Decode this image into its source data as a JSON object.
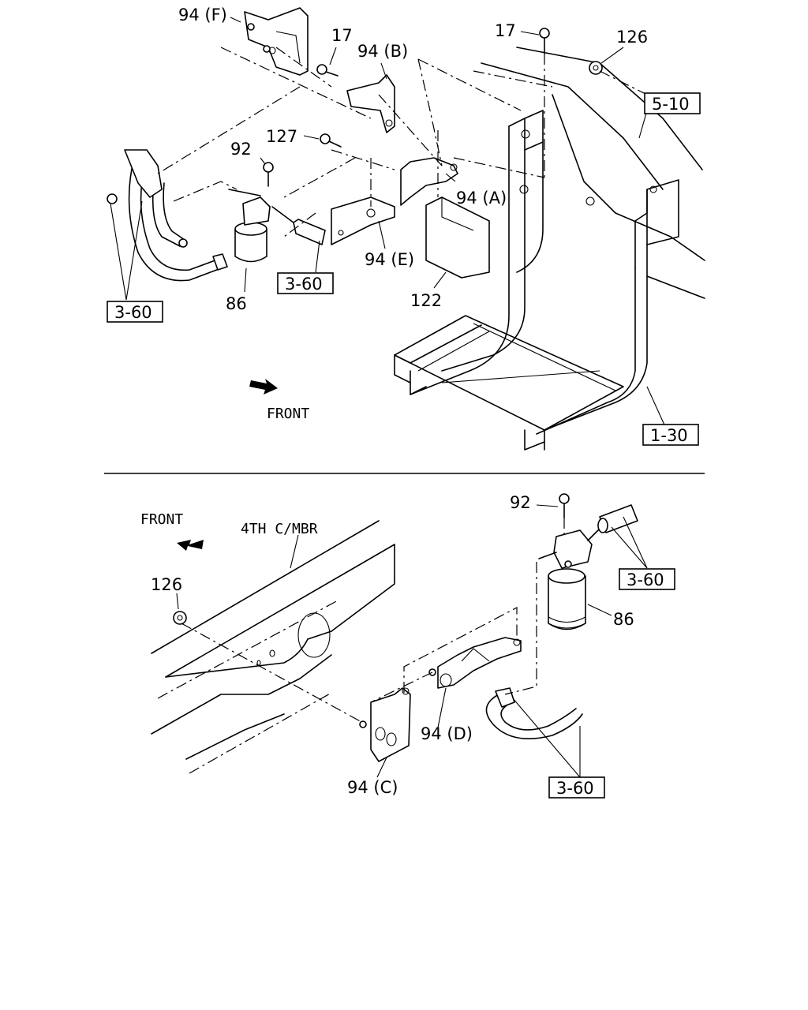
{
  "top_view": {
    "labels": {
      "bracket_f": "94 (F)",
      "bolt_17_left": "17",
      "bracket_b": "94 (B)",
      "bolt_17_right": "17",
      "nut_126": "126",
      "bolt_127": "127",
      "bolt_92": "92",
      "bracket_a": "94 (A)",
      "bracket_e": "94 (E)",
      "cover_122": "122",
      "filter_86": "86",
      "front": "FRONT"
    },
    "refs": {
      "ref_5_10": "5-10",
      "ref_3_60_center": "3-60",
      "ref_3_60_left": "3-60",
      "ref_1_30": "1-30"
    }
  },
  "bottom_view": {
    "labels": {
      "front": "FRONT",
      "crossmember": "4TH C/MBR",
      "nut_126": "126",
      "bolt_92": "92",
      "filter_86": "86",
      "bracket_d": "94 (D)",
      "bracket_c": "94 (C)"
    },
    "refs": {
      "ref_3_60_upper": "3-60",
      "ref_3_60_lower": "3-60"
    }
  }
}
